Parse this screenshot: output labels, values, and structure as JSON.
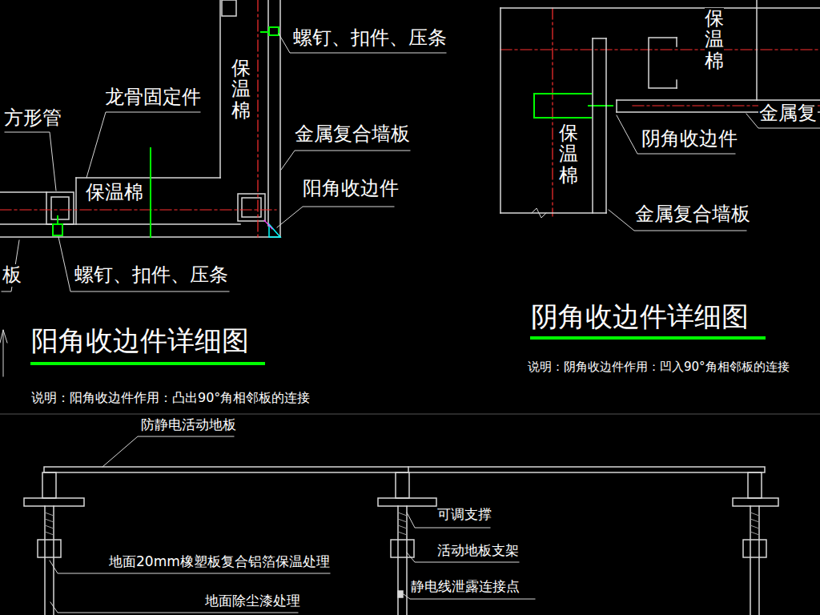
{
  "diagram": {
    "labels": [
      "螺钉、扣件、压条",
      "方形管",
      "龙骨固定件",
      "保温棉",
      "金属复合墙板",
      "保温棉",
      "阳角收边件",
      "螺钉、扣件、压条",
      "板",
      "阳角收边件详细图",
      "说明：阳角收边件作用：凸出90°角相邻板的连接",
      "保温棉",
      "金属复",
      "阴角收边件",
      "保温棉",
      "金属复合墙板",
      "阴角收边件详细图",
      "说明：阴角收边件作用：凹入90°角相邻板的连接",
      "防静电活动地板",
      "可调支撑",
      "地面20mm橡塑板复合铝箔保温处理",
      "活动地板支架",
      "静电线泄露连接点",
      "地面除尘漆处理"
    ]
  }
}
